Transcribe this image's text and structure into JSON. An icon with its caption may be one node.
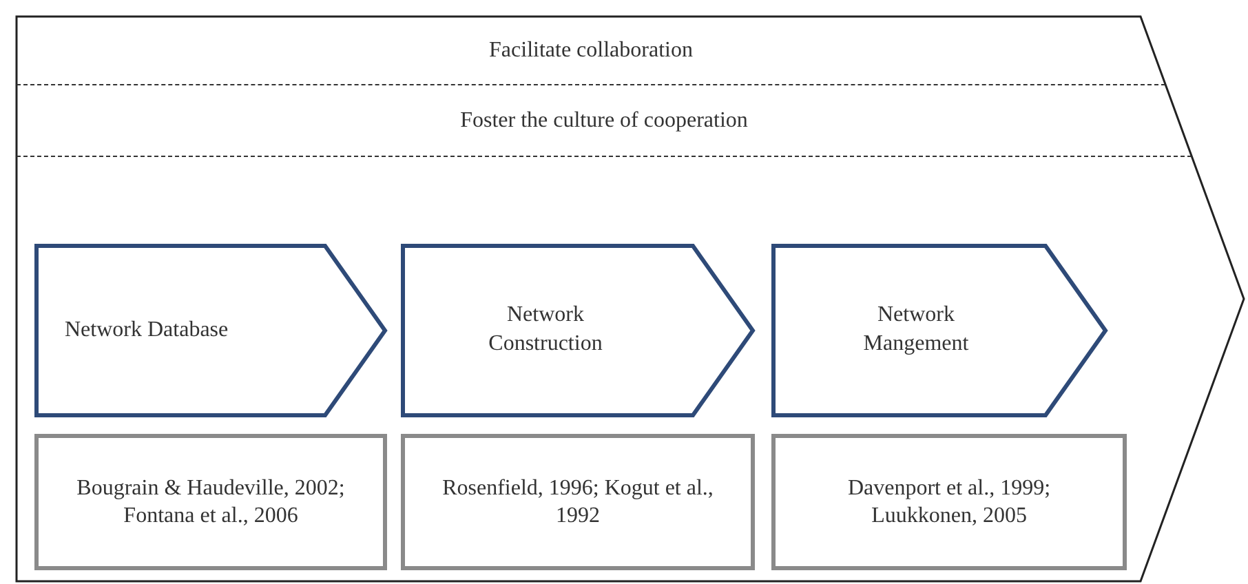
{
  "diagram": {
    "nodes": [
      {
        "text": [],
        "shape": "chevron"
      },
      {
        "text": [
          "Facilitate collaboration"
        ],
        "in": 0
      },
      {
        "text": [
          "Foster the culture of cooperation"
        ],
        "in": 0
      },
      {
        "text": [
          "Network Database"
        ],
        "in": 0
      },
      {
        "text": [
          "Network Construction"
        ],
        "in": 0
      },
      {
        "text": [
          "Network Mangement"
        ],
        "in": 0
      },
      {
        "text": [
          "Bougrain & Haudeville, 2002; Fontana et al., 2006"
        ],
        "in": 0
      },
      {
        "text": [
          "Rosenfield, 1996; Kogut et al., 1992"
        ],
        "in": 0
      },
      {
        "text": [
          "Davenport et al., 1999; Luukkonen, 2005"
        ],
        "in": 0
      }
    ]
  }
}
